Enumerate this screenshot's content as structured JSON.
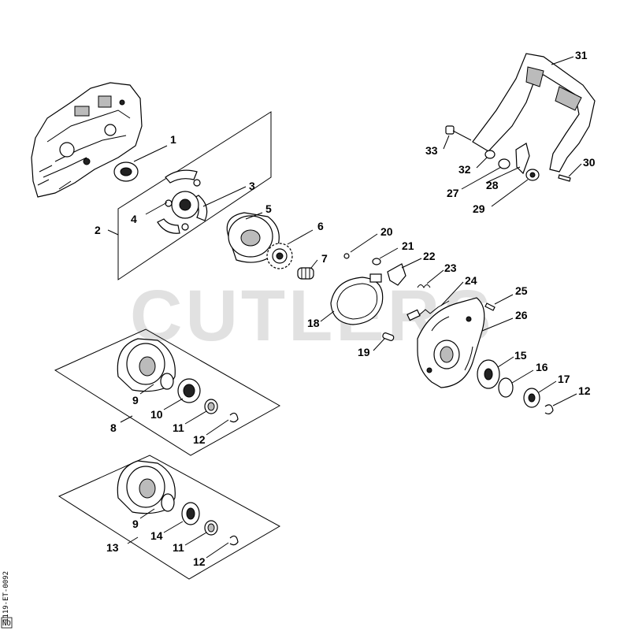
{
  "watermark": "CUTLERS",
  "reference_code": "1119-ET-0092",
  "corner_mark": "NO",
  "callouts": {
    "c1": "1",
    "c2": "2",
    "c3": "3",
    "c4": "4",
    "c5": "5",
    "c6": "6",
    "c7": "7",
    "c8": "8",
    "c9a": "9",
    "c9b": "9",
    "c10": "10",
    "c11a": "11",
    "c11b": "11",
    "c12a": "12",
    "c12b": "12",
    "c12c": "12",
    "c13": "13",
    "c14": "14",
    "c15": "15",
    "c16": "16",
    "c17": "17",
    "c18": "18",
    "c19": "19",
    "c20": "20",
    "c21": "21",
    "c22": "22",
    "c23": "23",
    "c24": "24",
    "c25": "25",
    "c26": "26",
    "c27": "27",
    "c28": "28",
    "c29": "29",
    "c30": "30",
    "c31": "31",
    "c32": "32",
    "c33": "33"
  }
}
